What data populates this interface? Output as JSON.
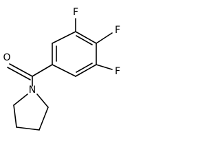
{
  "atoms": {
    "f_top": "F",
    "f_right": "F",
    "f_bottom": "F",
    "oxygen": "O",
    "nitrogen": "N"
  }
}
